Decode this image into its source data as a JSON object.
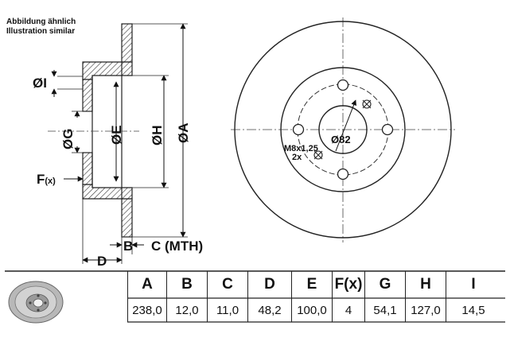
{
  "notes": {
    "line1": "Abbildung ähnlich",
    "line2": "Illustration similar"
  },
  "side_labels": {
    "I": "ØI",
    "G": "ØG",
    "E": "ØE",
    "H": "ØH",
    "A": "ØA",
    "F": "F",
    "F_suffix": "(x)",
    "D": "D",
    "B": "B",
    "C": "C (MTH)"
  },
  "front_labels": {
    "bore": "Ø82",
    "thread": "M8x1,25",
    "thread_count": "2x"
  },
  "table": {
    "headers": [
      "A",
      "B",
      "C",
      "D",
      "E",
      "F(x)",
      "G",
      "H",
      "I"
    ],
    "values": [
      "238,0",
      "12,0",
      "11,0",
      "48,2",
      "100,0",
      "4",
      "54,1",
      "127,0",
      "14,5"
    ]
  },
  "front_view": {
    "bolt_holes": 4
  }
}
